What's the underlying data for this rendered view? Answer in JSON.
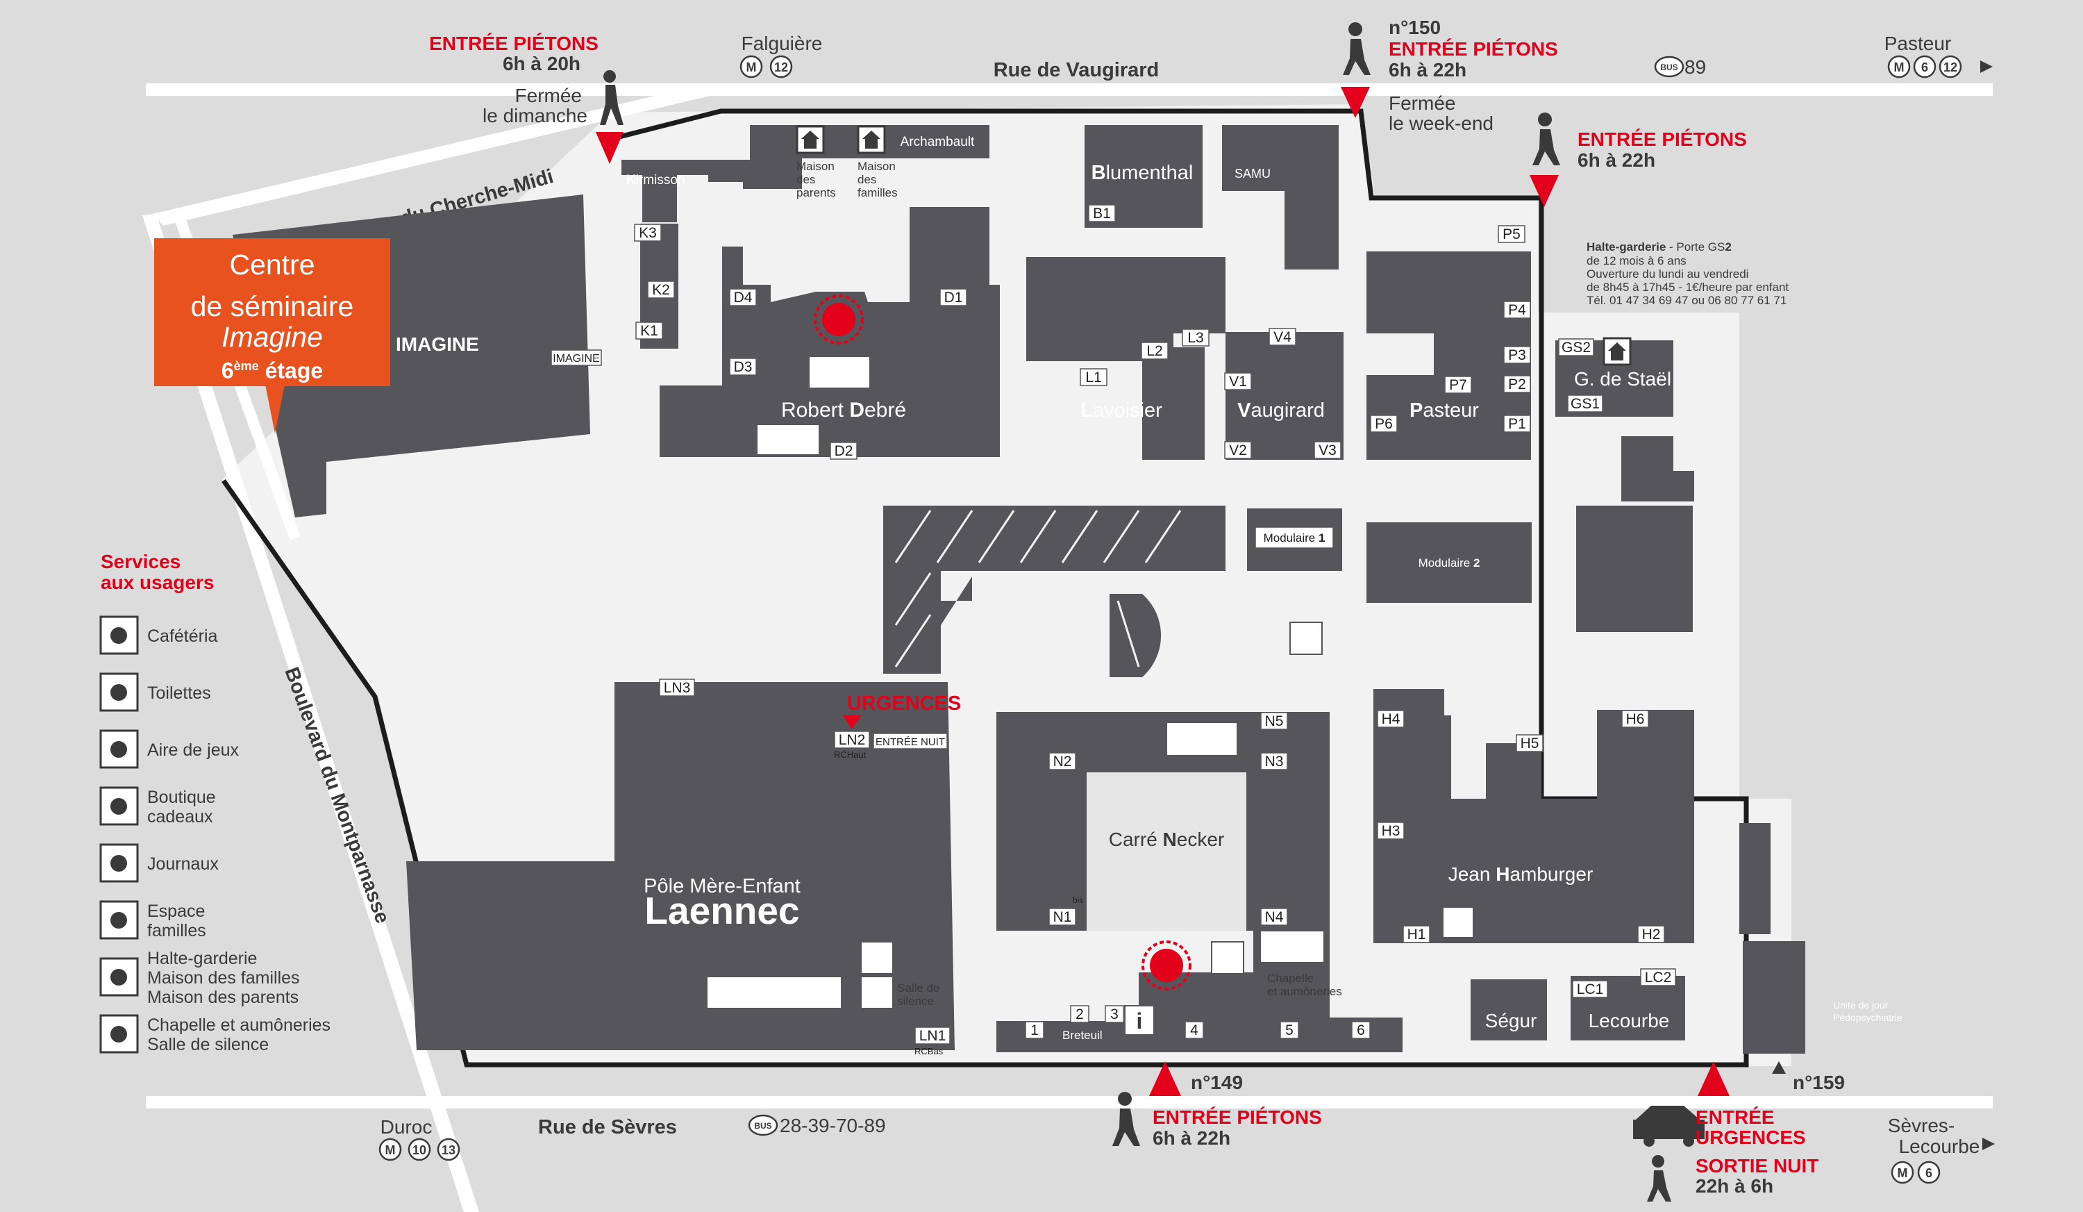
{
  "colors": {
    "accent_red": "#e2001a",
    "building": "#56565a",
    "ground": "#dcdcdc",
    "path": "#f2f2f2",
    "callout": "#e8521f"
  },
  "streets": {
    "vaugirard": "Rue de Vaugirard",
    "cherche_midi": "Rue du Cherche-Midi",
    "montparnasse": "Boulevard du Montparnasse",
    "sevres": "Rue de Sèvres"
  },
  "transit": {
    "falguiere": {
      "name": "Falguière",
      "lines": [
        "M",
        "12"
      ]
    },
    "pasteur": {
      "name": "Pasteur",
      "lines": [
        "M",
        "6",
        "12"
      ]
    },
    "bus_vaugirard": {
      "badge": "BUS",
      "number": "89"
    },
    "duroc": {
      "name": "Duroc",
      "lines": [
        "M",
        "10",
        "13"
      ]
    },
    "bus_sevres": {
      "badge": "BUS",
      "number": "28-39-70-89"
    },
    "sevres_lecourbe": {
      "line1": "Sèvres-",
      "line2": "Lecourbe",
      "lines": [
        "M",
        "6"
      ]
    }
  },
  "entrances": {
    "nw": {
      "title": "ENTRÉE PIÉTONS",
      "hours": "6h à 20h",
      "note1": "Fermée",
      "note2": "le dimanche"
    },
    "n150": {
      "number": "n°150",
      "title": "ENTRÉE PIÉTONS",
      "hours": "6h à 22h",
      "note1": "Fermée",
      "note2": "le week-end"
    },
    "ne": {
      "title": "ENTRÉE PIÉTONS",
      "hours": "6h à 22h"
    },
    "urgences": {
      "title": "URGENCES"
    },
    "s149": {
      "number": "n°149",
      "title": "ENTRÉE PIÉTONS",
      "hours": "6h à 22h"
    },
    "se": {
      "title1": "ENTRÉE",
      "title2": "URGENCES",
      "title3": "SORTIE NUIT",
      "hours": "22h à 6h"
    },
    "n159": {
      "number": "n°159"
    }
  },
  "callout": {
    "line1": "Centre",
    "line2": "de séminaire",
    "line3": "Imagine",
    "line4_main": "6",
    "line4_sup": "ème",
    "line4_end": " étage"
  },
  "buildings": {
    "imagine": "IMAGINE",
    "imagine_tag": "IMAGINE",
    "kirmisson_k": "K",
    "kirmisson": "irmisson",
    "archambault": "Archambault",
    "maison_parents": [
      "Maison",
      "des",
      "parents"
    ],
    "maison_familles": [
      "Maison",
      "des",
      "familles"
    ],
    "blumenthal_b": "B",
    "blumenthal": "lumenthal",
    "samu": "SAMU",
    "robert_debre_a": "Robert ",
    "robert_debre_b": "D",
    "robert_debre_c": "ebré",
    "lavoisier_l": "L",
    "lavoisier": "avoisier",
    "vaugirard_v": "V",
    "vaugirard": "augirard",
    "pasteur_p": "P",
    "pasteur": "asteur",
    "stael": "G. de Staël",
    "halte_title": "Halte-garderie",
    "halte_porte": " - Porte GS",
    "halte_porte_num": "2",
    "halte_lines": [
      "de 12 mois à 6 ans",
      "Ouverture du lundi au vendredi",
      "de 8h45 à 17h45 - 1€/heure par enfant",
      "Tél. 01 47 34 69 47 ou 06 80 77 61 71"
    ],
    "modulaire1": "Modulaire ",
    "modulaire1_num": "1",
    "modulaire2": "Modulaire ",
    "modulaire2_num": "2",
    "carre_a": "Carré ",
    "carre_b": "N",
    "carre_c": "ecker",
    "laennec_sub": "Pôle Mère-Enfant",
    "laennec": "Laennec",
    "hamburger_a": "Jean ",
    "hamburger_b": "H",
    "hamburger_c": "amburger",
    "segur": "Ségur",
    "lecourbe": "Lecourbe",
    "breteuil": "Breteuil",
    "chapelle": [
      "Chapelle",
      "et aumôneries"
    ],
    "salle_silence": [
      "Salle de",
      "silence"
    ],
    "entree_nuit": "ENTRÉE NUIT",
    "unite_jour": [
      "Unité de jour",
      "Pédopsychiatrie"
    ]
  },
  "door_labels": [
    "K3",
    "K2",
    "K1",
    "D4",
    "D1",
    "D3",
    "D2",
    "B1",
    "L1",
    "L2",
    "L3",
    "V4",
    "V1",
    "V2",
    "V3",
    "P5",
    "P4",
    "P3",
    "P2",
    "P1",
    "P7",
    "P6",
    "GS2",
    "GS1",
    "LN3",
    "LN2",
    "LN1",
    "N5",
    "N2",
    "N3",
    "N1",
    "N4",
    "H4",
    "H5",
    "H6",
    "H3",
    "H1",
    "H2",
    "LC1",
    "LC2",
    "1",
    "2",
    "3",
    "4",
    "5",
    "6"
  ],
  "door_subs": {
    "n1_bis": "bis",
    "ln2_sub": "RCHaut",
    "ln1_sub": "RCBas"
  },
  "services": {
    "title1": "Services",
    "title2": "aux usagers",
    "items": [
      {
        "icon": "coffee-cup-icon",
        "lines": [
          "Cafétéria"
        ]
      },
      {
        "icon": "toilets-icon",
        "lines": [
          "Toilettes"
        ]
      },
      {
        "icon": "playground-icon",
        "lines": [
          "Aire de jeux"
        ]
      },
      {
        "icon": "gift-shop-icon",
        "lines": [
          "Boutique",
          "cadeaux"
        ]
      },
      {
        "icon": "newspaper-icon",
        "lines": [
          "Journaux"
        ]
      },
      {
        "icon": "family-space-icon",
        "lines": [
          "Espace",
          "familles"
        ]
      },
      {
        "icon": "house-icon",
        "lines": [
          "Halte-garderie",
          "Maison des familles",
          "Maison des parents"
        ]
      },
      {
        "icon": "chapel-icon",
        "lines": [
          "Chapelle et aumôneries",
          "Salle de silence"
        ]
      }
    ]
  }
}
